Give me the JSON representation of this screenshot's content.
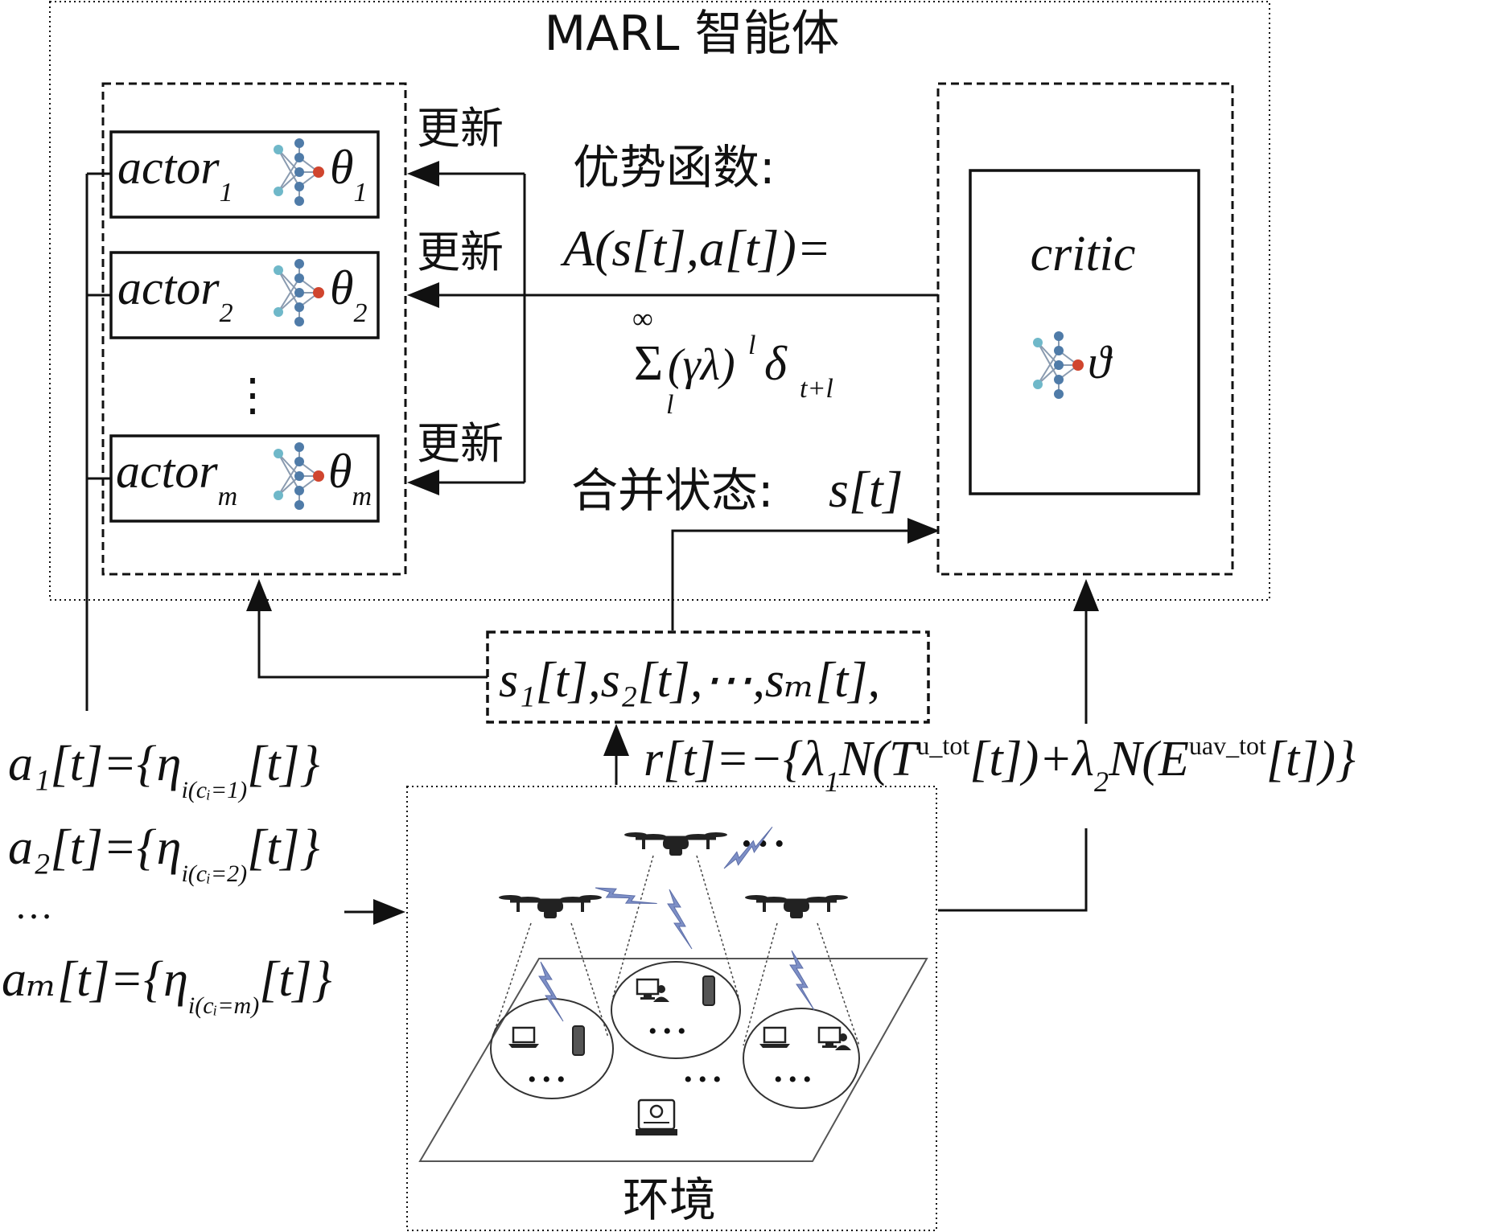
{
  "title": "MARL 智能体",
  "update_label": "更新",
  "actors": [
    {
      "name": "actor",
      "sub": "1",
      "param": "θ",
      "param_sub": "1"
    },
    {
      "name": "actor",
      "sub": "2",
      "param": "θ",
      "param_sub": "2"
    },
    {
      "name": "actor",
      "sub": "m",
      "param": "θ",
      "param_sub": "m"
    }
  ],
  "vertical_ellipsis": "⋮",
  "advantage": {
    "label": "优势函数:",
    "formula_lhs": "A(s[t],a[t])=",
    "sum_symbol": "Σ",
    "sum_upper": "∞",
    "sum_lower": "l",
    "sum_body": "(γλ)",
    "sum_exp": "l",
    "delta": "δ",
    "delta_sub": "t+l"
  },
  "critic": {
    "name": "critic",
    "param": "ϑ"
  },
  "merged_state": {
    "label": "合并状态:",
    "value": "s[t]"
  },
  "states": "s₁[t],s₂[t],⋯,sₘ[t],",
  "actions": [
    {
      "lhs": "a₁[t]={η",
      "sub": "i(cᵢ=1)",
      "rhs": "[t]}"
    },
    {
      "lhs": "a₂[t]={η",
      "sub": "i(cᵢ=2)",
      "rhs": "[t]}"
    },
    {
      "lhs": "aₘ[t]={η",
      "sub": "i(cᵢ=m)",
      "rhs": "[t]}"
    }
  ],
  "actions_ellipsis": "…",
  "reward": {
    "part1": "r[t]=−{λ",
    "sub1": "1",
    "part2": "N(T",
    "sup1": "u_tot",
    "part3": "[t])+λ",
    "sub2": "2",
    "part4": "N(E",
    "sup2": "uav_tot",
    "part5": "[t])}"
  },
  "environment": {
    "label": "环境",
    "ellipsis": "• • •"
  },
  "colors": {
    "node_teal": "#6fb8c9",
    "node_blue": "#4f7ba8",
    "node_red": "#d0452e",
    "bolt": "#7d8fc6"
  }
}
